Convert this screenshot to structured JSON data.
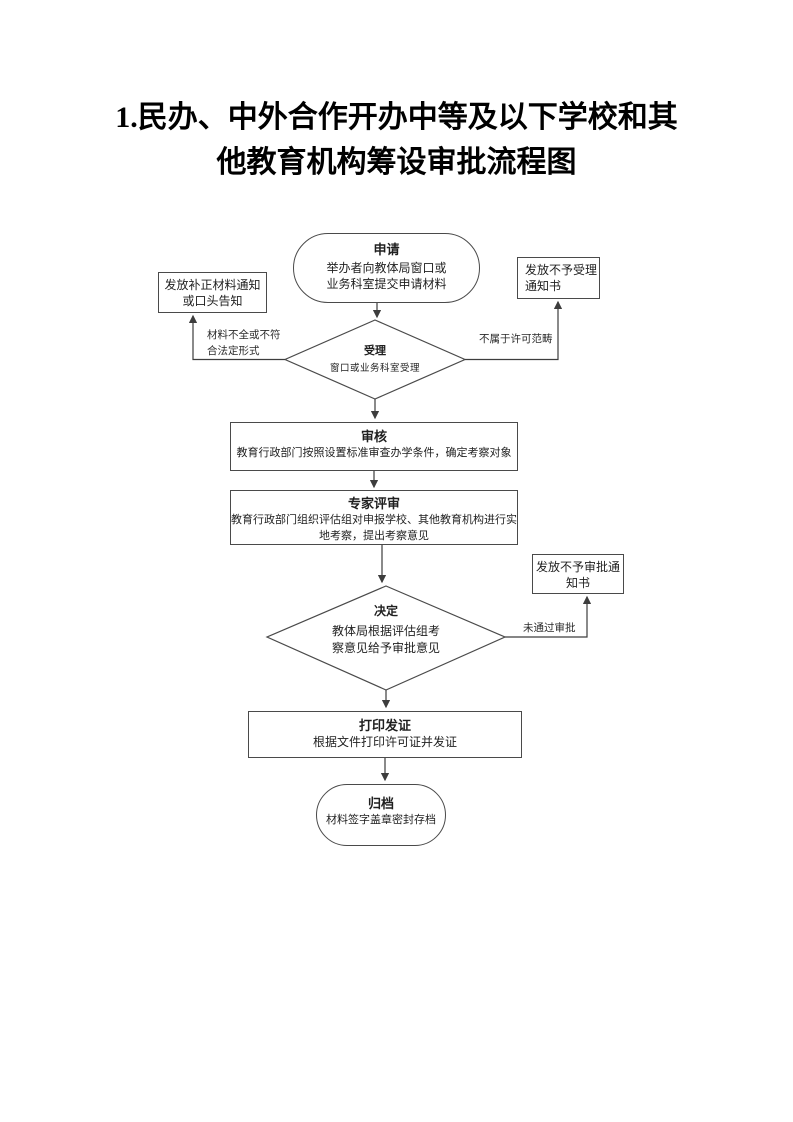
{
  "document": {
    "title_line1": "1.民办、中外合作开办中等及以下学校和其",
    "title_line2": "他教育机构筹设审批流程图"
  },
  "flowchart": {
    "nodes": {
      "apply": {
        "title": "申请",
        "body": [
          "举办者向教体局窗口或",
          "业务科室提交申请材料"
        ]
      },
      "supplement_notice": {
        "body": [
          "发放补正材料通知",
          "或口头告知"
        ]
      },
      "reject_acceptance": {
        "body": [
          "发放不予受理",
          "通知书"
        ]
      },
      "accept": {
        "title": "受理",
        "body": [
          "窗口或业务科室受理"
        ]
      },
      "review": {
        "title": "审核",
        "body": [
          "教育行政部门按照设置标准审查办学条件，确定考察对象"
        ]
      },
      "expert_review": {
        "title": "专家评审",
        "body": [
          "教育行政部门组织评估组对申报学校、其他教育机构进行实",
          "地考察，提出考察意见"
        ]
      },
      "decision": {
        "title": "决定",
        "body": [
          "教体局根据评估组考",
          "察意见给予审批意见"
        ]
      },
      "reject_approval": {
        "body": [
          "发放不予审批通",
          "知书"
        ]
      },
      "print_issue": {
        "title": "打印发证",
        "body": [
          "根据文件打印许可证并发证"
        ]
      },
      "archive": {
        "title": "归档",
        "body": [
          "材料签字盖章密封存档"
        ]
      }
    },
    "edge_labels": {
      "incomplete_line1": "材料不全或不符",
      "incomplete_line2": "合法定形式",
      "not_in_scope": "不属于许可范畴",
      "not_approved": "未通过审批"
    }
  },
  "colors": {
    "line": "#4a4a4a",
    "text": "#1f1f1f",
    "title": "#000000",
    "background": "#ffffff"
  }
}
